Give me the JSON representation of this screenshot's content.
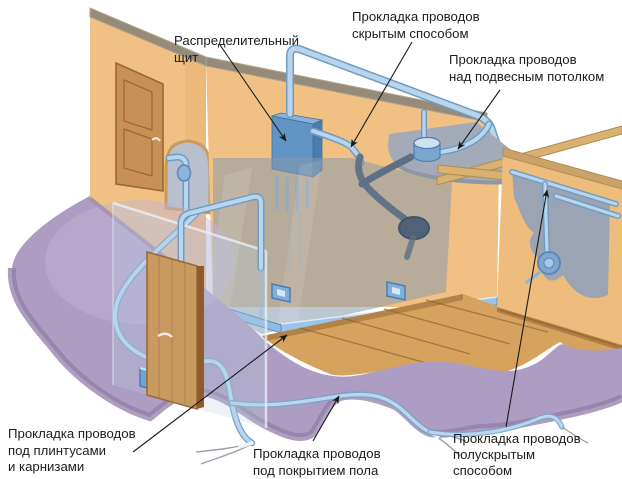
{
  "diagram": {
    "type": "isometric-room-wiring-illustration",
    "labels": {
      "panel": {
        "lines": [
          "Распределительный",
          "щит"
        ]
      },
      "hidden": {
        "lines": [
          "Прокладка проводов",
          "скрытым способом"
        ]
      },
      "ceiling": {
        "lines": [
          "Прокладка проводов",
          "над подвесным потолком"
        ]
      },
      "baseboard": {
        "lines": [
          "Прокладка проводов",
          "под плинтусами",
          "и карнизами"
        ]
      },
      "floor": {
        "lines": [
          "Прокладка проводов",
          "под покрытием пола"
        ]
      },
      "semi": {
        "lines": [
          "Прокладка проводов",
          "полускрытым",
          "способом"
        ]
      }
    },
    "colors": {
      "wall": "#f1c183",
      "wall_right": "#eebc7d",
      "cap": "#968a79",
      "door": "#c79055",
      "open_door": "#c99a60",
      "pipe_light": "#b9d5ec",
      "pipe_dark": "#6f9cc4",
      "board_front": "#6194c3",
      "board_side": "#4b7dad",
      "ceiling_gray": "#a3abb9",
      "plaster_gray": "#9aa4b3",
      "partition_gray": "#8699ad",
      "duct_dark": "#5d7085",
      "wood": "#d6a35e",
      "wood_line": "#9c6c34",
      "batten": "#d8b173",
      "ground": "#ae9dc3",
      "ground_dark": "#907ea8",
      "text": "#1d1d1d",
      "arrow": "#1a1a1a"
    }
  }
}
